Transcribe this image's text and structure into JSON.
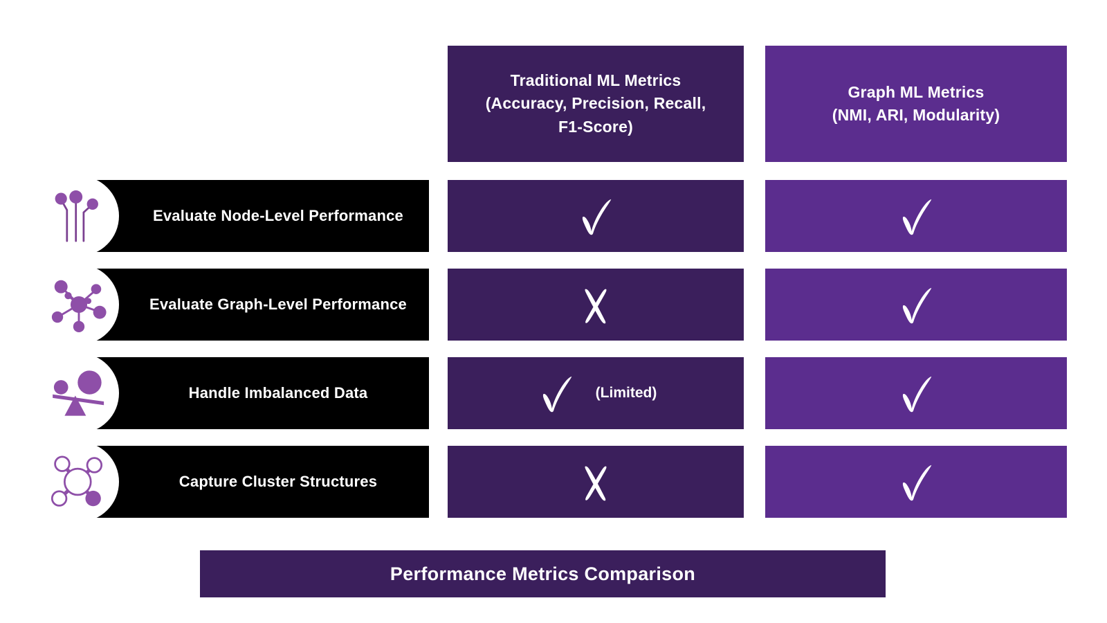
{
  "columns": [
    {
      "id": "traditional",
      "title_line1": "Traditional ML Metrics",
      "title_line2": "(Accuracy, Precision, Recall,",
      "title_line3": "F1-Score)",
      "color": "#3B1F5C"
    },
    {
      "id": "graph",
      "title_line1": "Graph ML Metrics",
      "title_line2": "(NMI, ARI, Modularity)",
      "color": "#5B2D8E"
    }
  ],
  "rows": [
    {
      "label": "Evaluate Node-Level Performance",
      "icon": "node-network-icon",
      "traditional": {
        "mark": "check",
        "note": ""
      },
      "graph": {
        "mark": "check",
        "note": ""
      }
    },
    {
      "label": "Evaluate Graph-Level Performance",
      "icon": "graph-hub-icon",
      "traditional": {
        "mark": "cross",
        "note": ""
      },
      "graph": {
        "mark": "check",
        "note": ""
      }
    },
    {
      "label": "Handle Imbalanced Data",
      "icon": "balance-scale-icon",
      "traditional": {
        "mark": "check",
        "note": "(Limited)"
      },
      "graph": {
        "mark": "check",
        "note": ""
      }
    },
    {
      "label": "Capture Cluster Structures",
      "icon": "cluster-molecule-icon",
      "traditional": {
        "mark": "cross",
        "note": ""
      },
      "graph": {
        "mark": "check",
        "note": ""
      }
    }
  ],
  "footer": {
    "title": "Performance Metrics Comparison"
  },
  "theme": {
    "dark_purple": "#3B1F5C",
    "bright_purple": "#5B2D8E",
    "icon_purple": "#8E4FA8",
    "bar_black": "#000000",
    "background": "#ffffff",
    "text_white": "#ffffff"
  }
}
